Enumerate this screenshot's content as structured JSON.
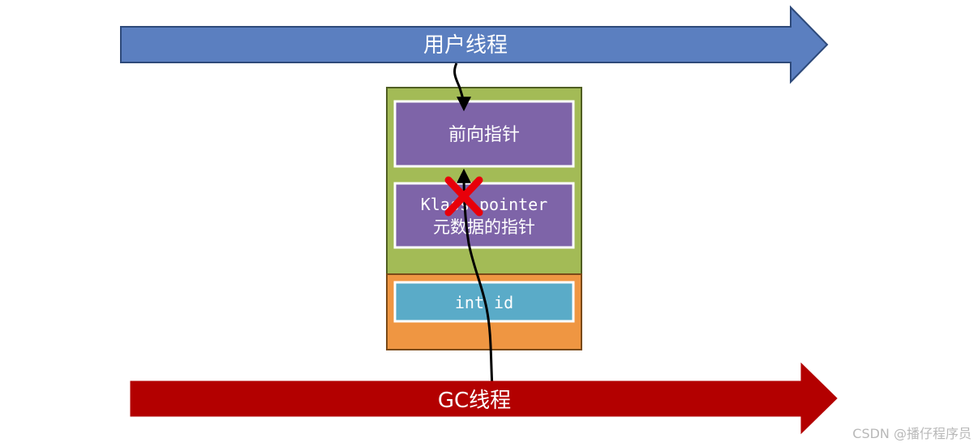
{
  "diagram": {
    "user_thread": {
      "label": "用户线程",
      "color": "#5b7fc0"
    },
    "gc_thread": {
      "label": "GC线程",
      "color": "#b30000"
    },
    "object": {
      "header_color": "#a3bb56",
      "body_color": "#ef9642",
      "fields": {
        "forward_pointer": {
          "label": "前向指针",
          "color": "#7e64a8"
        },
        "klass_pointer": {
          "line1": "Klass pointer",
          "line2": "元数据的指针",
          "color": "#7e64a8"
        },
        "int_id": {
          "label": "int id",
          "color": "#5aabc8"
        }
      }
    },
    "blocked_mark": {
      "icon": "cross-icon",
      "color": "#e8000a"
    }
  },
  "watermark": "CSDN @播仔程序员"
}
